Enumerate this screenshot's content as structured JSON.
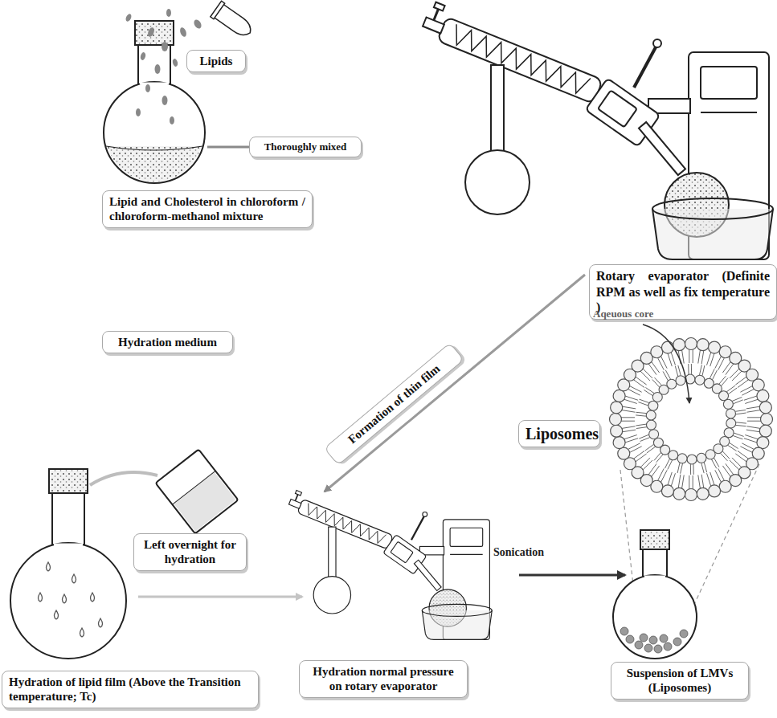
{
  "diagram": {
    "nodes": [
      {
        "text": [
          "Lipids"
        ]
      },
      {
        "text": [
          "Thoroughly mixed"
        ]
      },
      {
        "text": [
          "Lipid and Cholesterol in chloroform / chloroform-methanol mixture"
        ]
      },
      {
        "text": [
          "Rotary evaporator (Definite RPM as well as fix temperature )"
        ]
      },
      {
        "text": [
          "Hydration medium"
        ]
      },
      {
        "text": [
          "Formation of thin film"
        ]
      },
      {
        "text": [
          "Liposomes"
        ]
      },
      {
        "text": [
          "Left overnight for hydration"
        ]
      },
      {
        "text": [
          "Hydration normal pressure on rotary evaporator"
        ]
      },
      {
        "text": [
          "Suspension of LMVs (Liposomes)"
        ]
      },
      {
        "text": [
          "Hydration of lipid film (Above the Transition temperature; Tc)"
        ]
      }
    ],
    "labels": [
      "Aqeuous core",
      "Sonication"
    ]
  }
}
